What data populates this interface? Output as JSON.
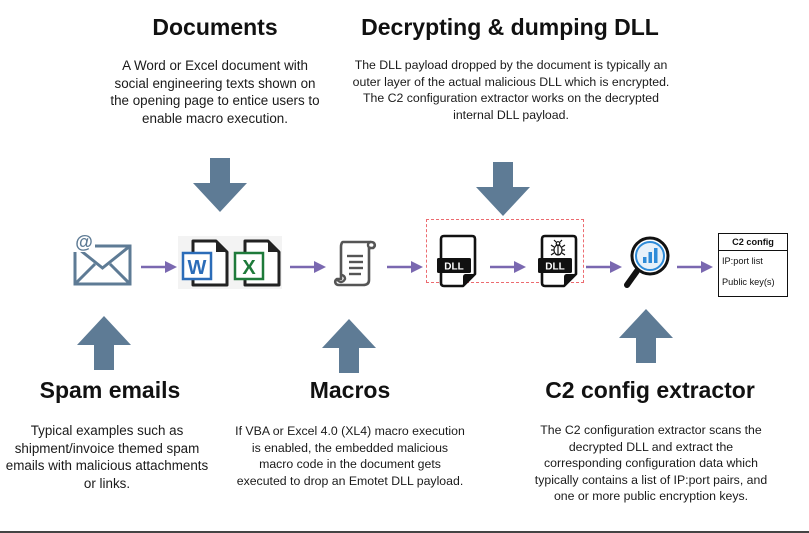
{
  "colors": {
    "big_arrow": "#5e7b95",
    "flow_arrow": "#7a68b0",
    "dashed_box": "#ec6b70",
    "word_blue": "#2b6cb8",
    "excel_green": "#1e7a3a",
    "magnifier_blue": "#2e8bd8"
  },
  "sections": {
    "documents": {
      "title": "Documents",
      "description": "A Word or Excel document with social engineering texts shown on the opening page to entice users to enable macro execution."
    },
    "decrypting": {
      "title": "Decrypting & dumping DLL",
      "description": "The DLL payload dropped by the document is typically an outer layer of the actual malicious DLL which is encrypted. The C2 configuration extractor works on the decrypted internal DLL payload."
    },
    "spam": {
      "title": "Spam emails",
      "description": "Typical examples such as shipment/invoice themed spam emails with malicious attachments or links."
    },
    "macros": {
      "title": "Macros",
      "description": "If VBA or Excel 4.0 (XL4) macro execution is enabled, the embedded malicious macro code in the document gets executed to drop an Emotet DLL payload."
    },
    "extractor": {
      "title": "C2 config extractor",
      "description": "The C2 configuration extractor scans the decrypted DLL and extract the corresponding configuration data which typically contains a list of IP:port pairs, and one or more public encryption keys."
    }
  },
  "icons": {
    "email": {
      "name": "email-icon",
      "at_symbol": "@"
    },
    "word": {
      "name": "word-document-icon",
      "letter": "W"
    },
    "excel": {
      "name": "excel-document-icon",
      "letter": "X"
    },
    "macro": {
      "name": "macro-scroll-icon"
    },
    "dll_encrypted": {
      "name": "dll-file-icon",
      "label": "DLL"
    },
    "dll_decrypted": {
      "name": "dll-malware-file-icon",
      "label": "DLL"
    },
    "extractor": {
      "name": "magnifier-chart-icon"
    }
  },
  "c2_config": {
    "header": "C2 config",
    "rows": [
      "IP:port list",
      "Public key(s)"
    ]
  }
}
